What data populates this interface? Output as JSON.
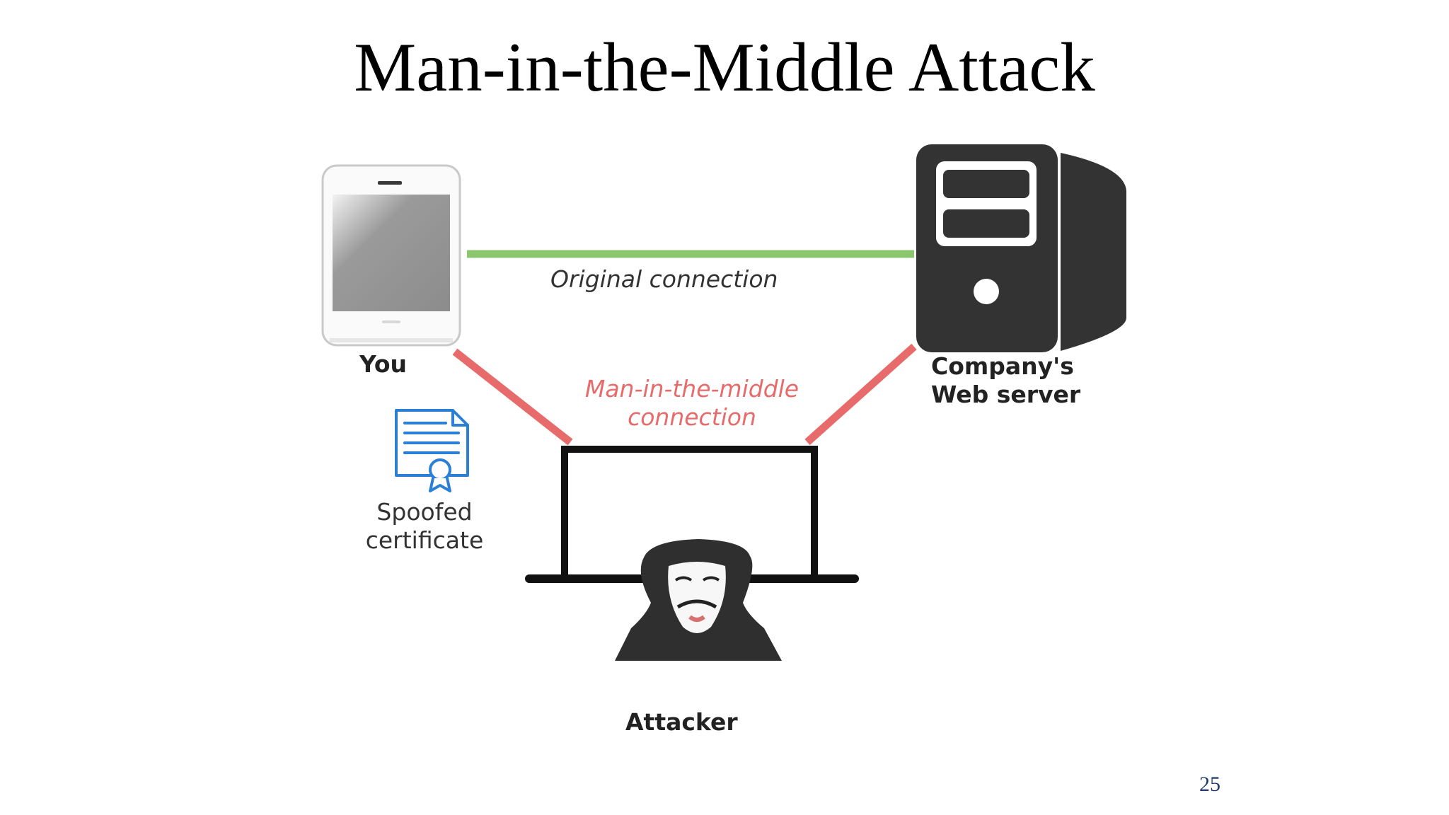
{
  "slide": {
    "title": "Man-in-the-Middle Attack",
    "page_number": "25"
  },
  "diagram": {
    "nodes": {
      "you": {
        "label": "You",
        "icon": "smartphone-icon"
      },
      "server": {
        "label_line1": "Company's",
        "label_line2": "Web server",
        "icon": "server-tower-icon"
      },
      "attacker": {
        "label": "Attacker",
        "icon": "hooded-hacker-laptop-icon"
      },
      "certificate": {
        "label_line1": "Spoofed",
        "label_line2": "certificate",
        "icon": "certificate-document-icon"
      }
    },
    "connections": {
      "original": {
        "label": "Original connection",
        "color": "#8cc66d"
      },
      "mitm": {
        "label_line1": "Man-in-the-middle",
        "label_line2": "connection",
        "color": "#e86b6b"
      }
    }
  },
  "colors": {
    "certificate_blue": "#2b7fd4",
    "server_dark": "#333333",
    "page_number": "#1f3a6b"
  }
}
